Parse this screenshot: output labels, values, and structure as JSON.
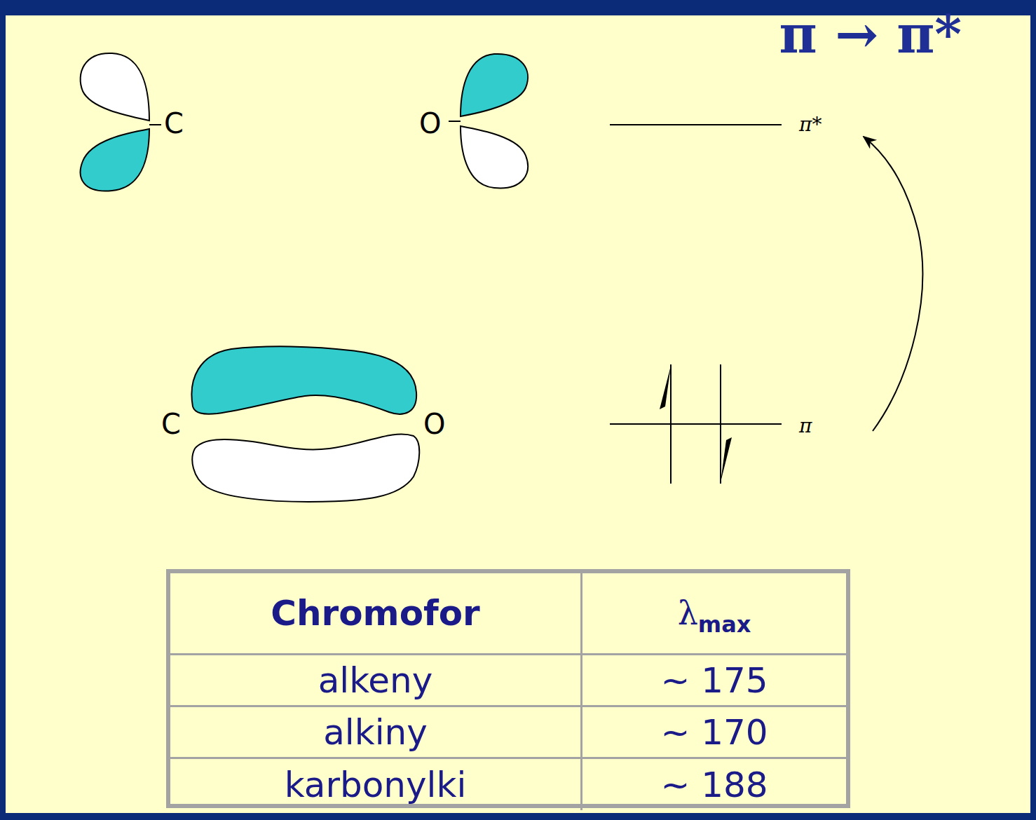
{
  "diagram": {
    "title": "π → π*",
    "labels": [
      "C",
      "O",
      "C",
      "O",
      "π*",
      "π",
      "Chromofor",
      "λ",
      "max",
      "alkeny",
      "~ 175",
      "alkiny",
      "~ 170",
      "karbonylki",
      "~ 188"
    ]
  }
}
